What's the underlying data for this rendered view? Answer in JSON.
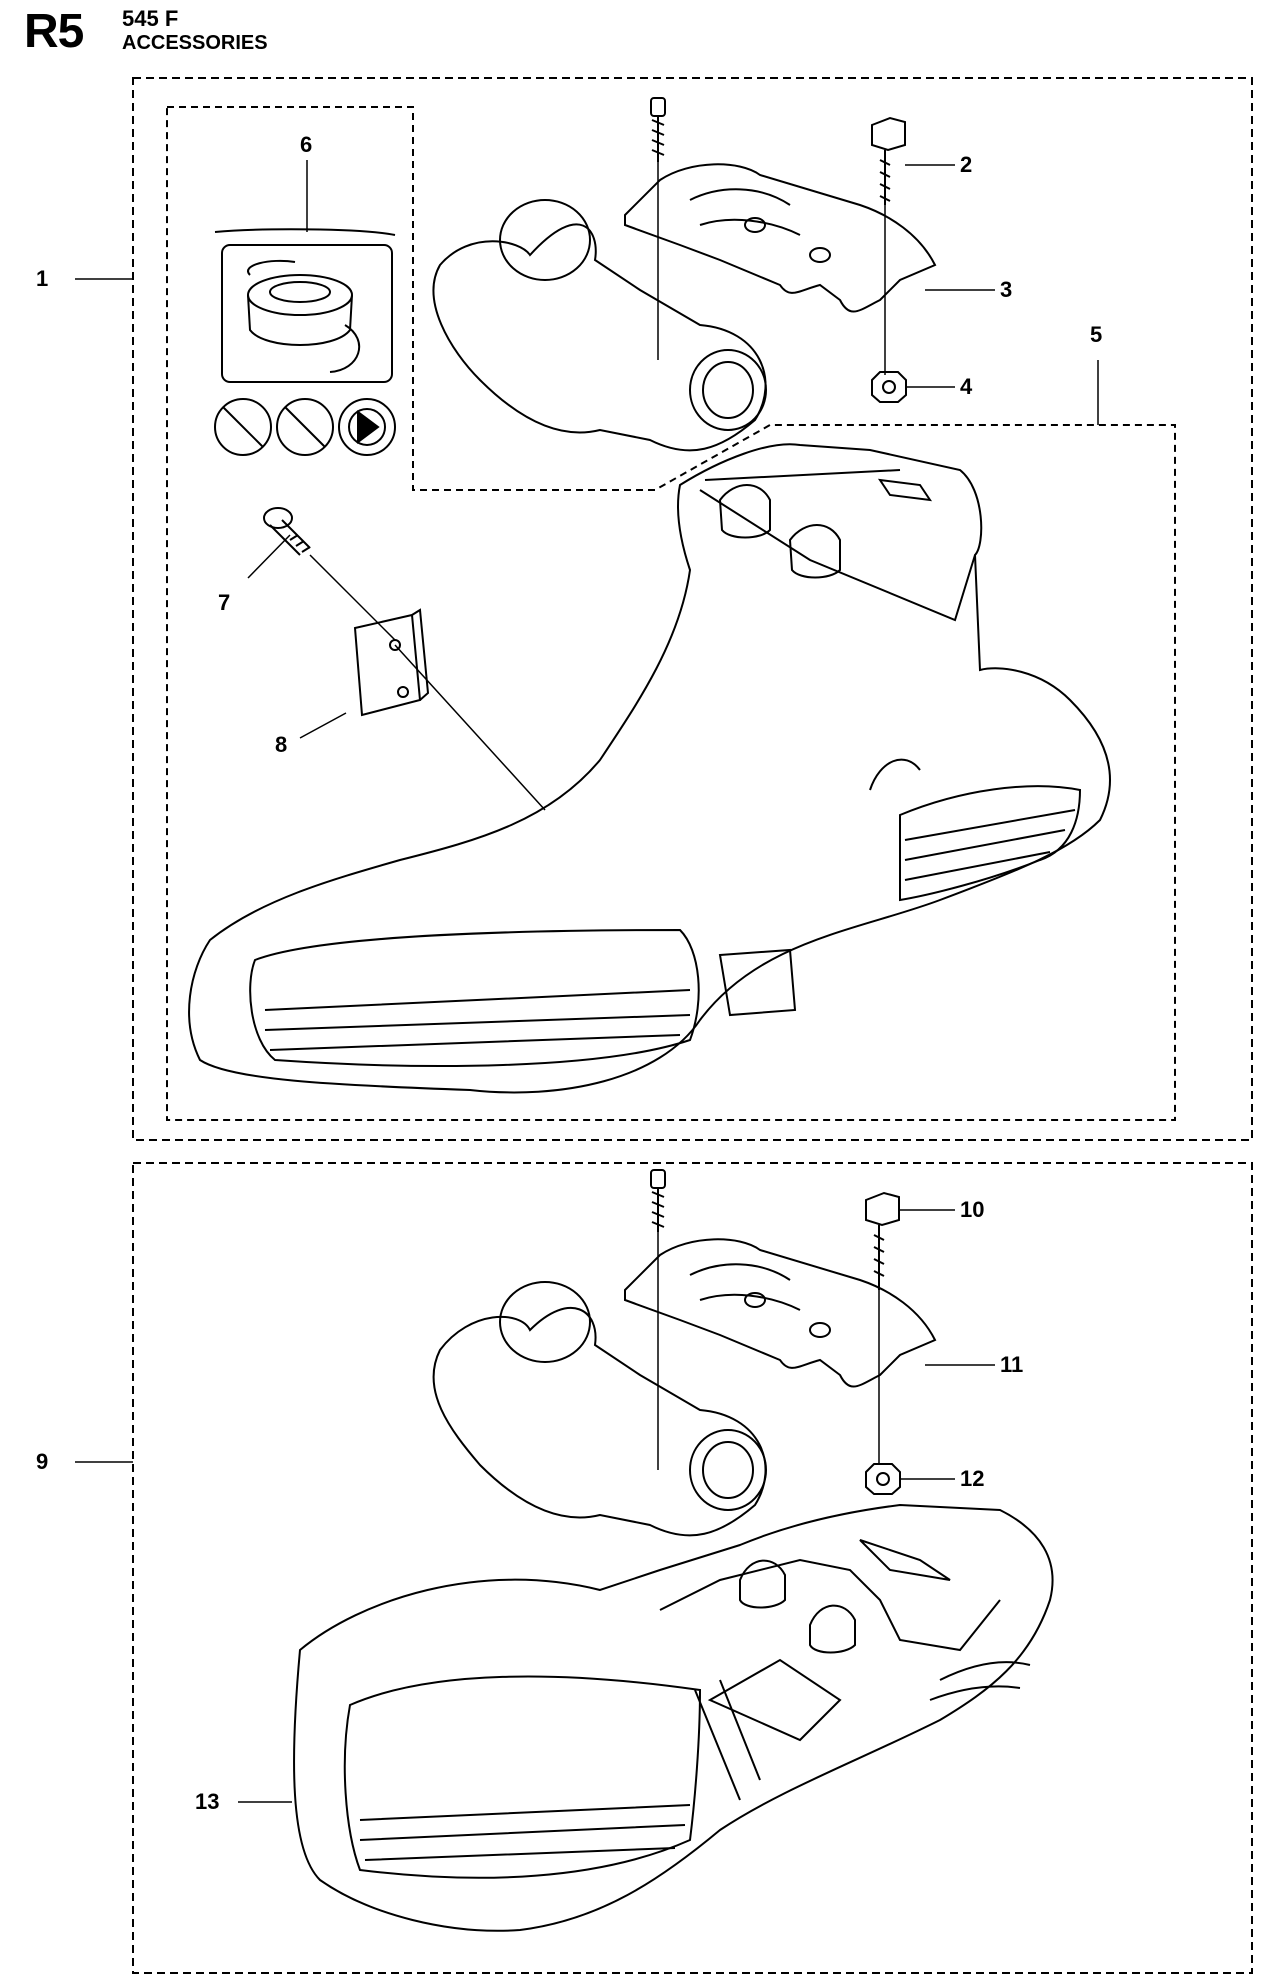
{
  "header": {
    "code": "R5",
    "model": "545 F",
    "title": "ACCESSORIES"
  },
  "callouts": [
    "1",
    "2",
    "3",
    "4",
    "5",
    "6",
    "7",
    "8",
    "9",
    "10",
    "11",
    "12",
    "13"
  ],
  "warning_icons": [
    "no-symbol-icon",
    "no-symbol-icon",
    "no-blade-icon"
  ]
}
